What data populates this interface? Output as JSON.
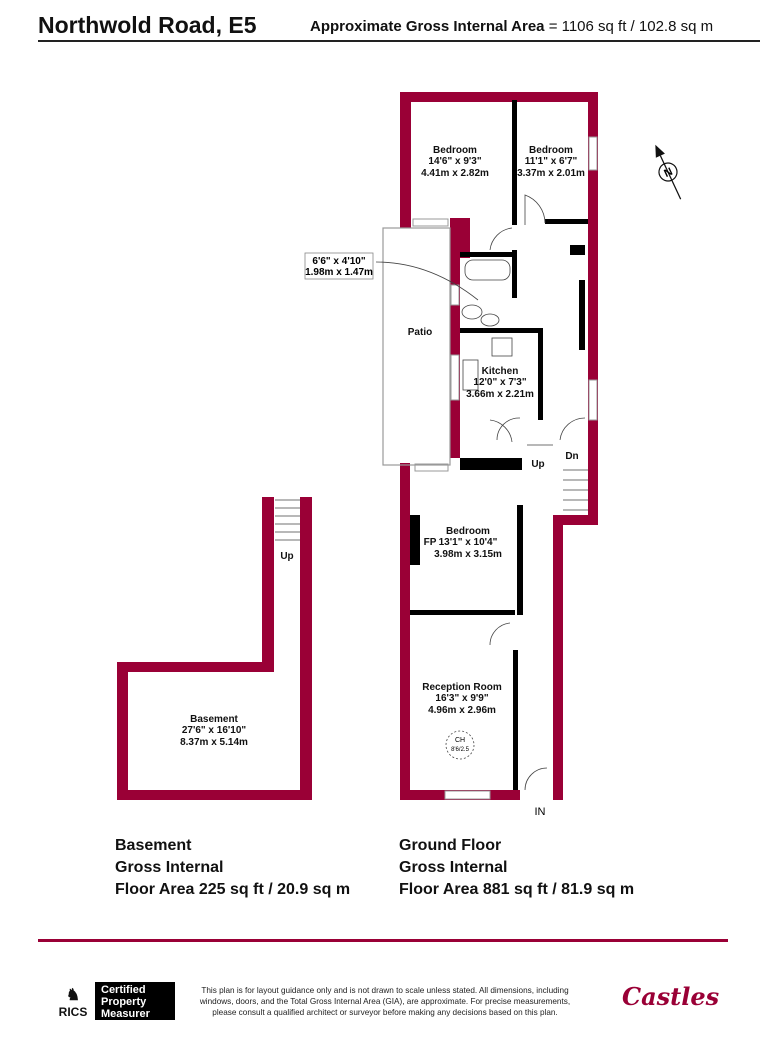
{
  "header": {
    "title": "Northwold Road, E5",
    "area_label": "Approximate Gross Internal Area",
    "area_value": "= 1106 sq ft / 102.8 sq m"
  },
  "colors": {
    "wall": "#9a0036",
    "interior_wall": "#000000",
    "accent": "#9a0036"
  },
  "plan": {
    "rooms": [
      {
        "name": "Bedroom",
        "imperial": "14'6\" x 9'3\"",
        "metric": "4.41m x 2.82m"
      },
      {
        "name": "Bedroom",
        "imperial": "11'1\" x 6'7\"",
        "metric": "3.37m x 2.01m"
      },
      {
        "name": "Patio",
        "imperial": "6'6\" x 4'10\"",
        "metric": "1.98m x 1.47m"
      },
      {
        "name": "Kitchen",
        "imperial": "12'0\" x 7'3\"",
        "metric": "3.66m x 2.21m"
      },
      {
        "name": "Bedroom",
        "imperial": "13'1\" x 10'4\"",
        "metric": "3.98m x 3.15m"
      },
      {
        "name": "Reception Room",
        "imperial": "16'3\" x 9'9\"",
        "metric": "4.96m x 2.96m"
      },
      {
        "name": "Basement",
        "imperial": "27'6\" x 16'10\"",
        "metric": "8.37m x 5.14m"
      }
    ],
    "labels": {
      "up": "Up",
      "dn": "Dn",
      "fp": "FP",
      "ch": "CH",
      "ch_height": "8'6/2.5",
      "in": "IN",
      "basement_up": "Up",
      "compass": "N"
    }
  },
  "summaries": {
    "basement": {
      "line1": "Basement",
      "line2": "Gross Internal",
      "line3": "Floor Area 225 sq ft / 20.9 sq m"
    },
    "ground": {
      "line1": "Ground Floor",
      "line2": "Gross Internal",
      "line3": "Floor Area 881 sq ft / 81.9 sq m"
    }
  },
  "footer": {
    "rics": "RICS",
    "certified": [
      "Certified",
      "Property",
      "Measurer"
    ],
    "disclaimer": "This plan is for layout guidance only and is not drawn to scale unless stated. All dimensions, including windows, doors, and the Total Gross Internal Area (GIA), are approximate. For precise measurements, please consult a qualified architect or surveyor before making any decisions based on this plan.",
    "brand": "Castles"
  }
}
